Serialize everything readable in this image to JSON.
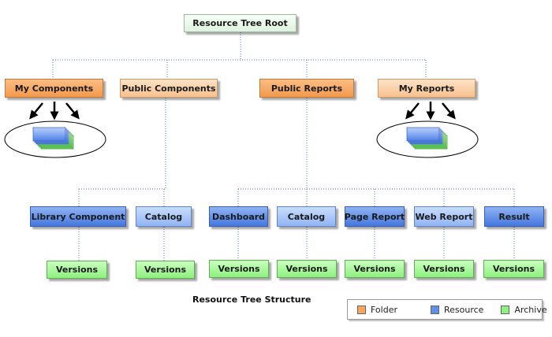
{
  "diagram": {
    "root": "Resource Tree Root",
    "folders": [
      "My Components",
      "Public Components",
      "Public Reports",
      "My Reports"
    ],
    "library_component": "Library Component",
    "catalog": "Catalog",
    "dashboard": "Dashboard",
    "page_report": "Page Report",
    "web_report": "Web Report",
    "result": "Result",
    "versions": "Versions",
    "caption": "Resource Tree Structure"
  },
  "legend": {
    "folder": "Folder",
    "resource": "Resource",
    "archive": "Archive"
  },
  "colors": {
    "folder": "#f9a65c",
    "resource": "#5f8fe8",
    "archive": "#8ef07e",
    "connector": "#5e6fc0"
  }
}
